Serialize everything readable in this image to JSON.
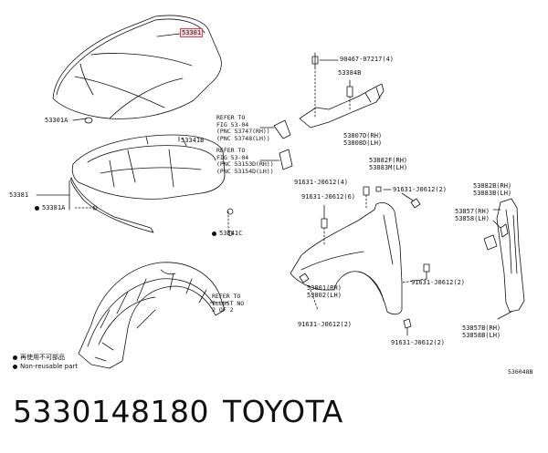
{
  "labels": {
    "hood_highlight": "53301",
    "l53301A": "53301A",
    "l53341B": "53341B",
    "l53381": "53381",
    "l53381A": "53381A",
    "l53341C": "53341C",
    "l90467": "90467-07217(4)",
    "l53384B": "53384B",
    "l53807D": "53807D(RH)",
    "l53808D": "53808D(LH)",
    "l53882F": "53882F(RH)",
    "l53883M": "53883M(LH)",
    "l91631_4": "91631-J0612(4)",
    "l91631_6": "91631-J0612(6)",
    "l91631_2a": "91631-J0612(2)",
    "l53882B": "53882B(RH)",
    "l53883B": "53883B(LH)",
    "l53857": "53857(RH)",
    "l53858": "53858(LH)",
    "l53801": "53801(RH)",
    "l53802": "53802(LH)",
    "l91631_2b": "91631-J0612(2)",
    "l91631_2c": "91631-J0612(2)",
    "l91631_2d": "91631-J0612(2)",
    "l53857B": "53857B(RH)",
    "l53858B": "53858B(LH)"
  },
  "refs": {
    "ref1": "REFER TO\nFIG 53-04\n(PNC 53747(RH))\n(PNC 53748(LH))",
    "ref2": "REFER TO\nFIG 53-04\n(PNC 53153D(RH))\n(PNC 53154D(LH))",
    "ref3": "REFER TO\nILLUST NO\n2 OF 2"
  },
  "legend": {
    "item1": "再使用不可部品",
    "item2": "Non-reusable part"
  },
  "figure_code": "536048B",
  "footer": {
    "part_number": "5330148180",
    "brand": "TOYOTA"
  }
}
